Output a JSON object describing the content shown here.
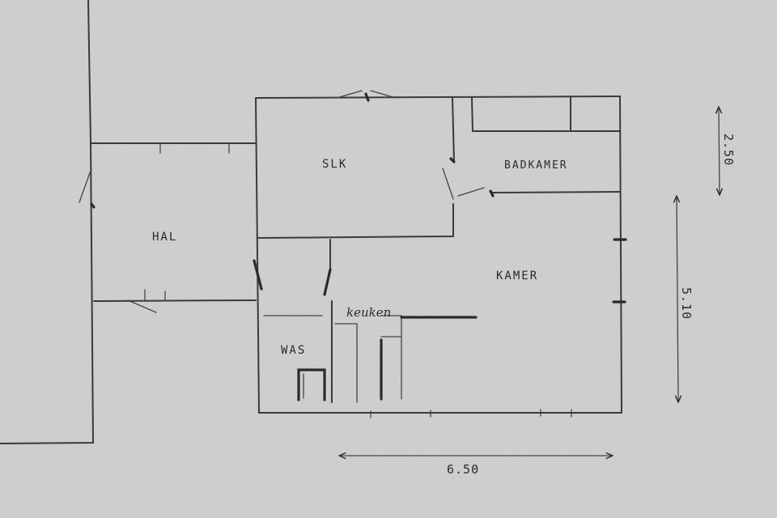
{
  "colors": {
    "paper": "#cfcfcf",
    "ink": "#3a3a3a"
  },
  "rooms": {
    "slk": "SLK",
    "badkamer": "BADKAMER",
    "hal": "HAL",
    "kamer": "KAMER",
    "keuken": "keuken",
    "was": "WAS"
  },
  "dimensions": {
    "width": "6.50",
    "depth": "5.10",
    "bath_depth": "2.50"
  }
}
